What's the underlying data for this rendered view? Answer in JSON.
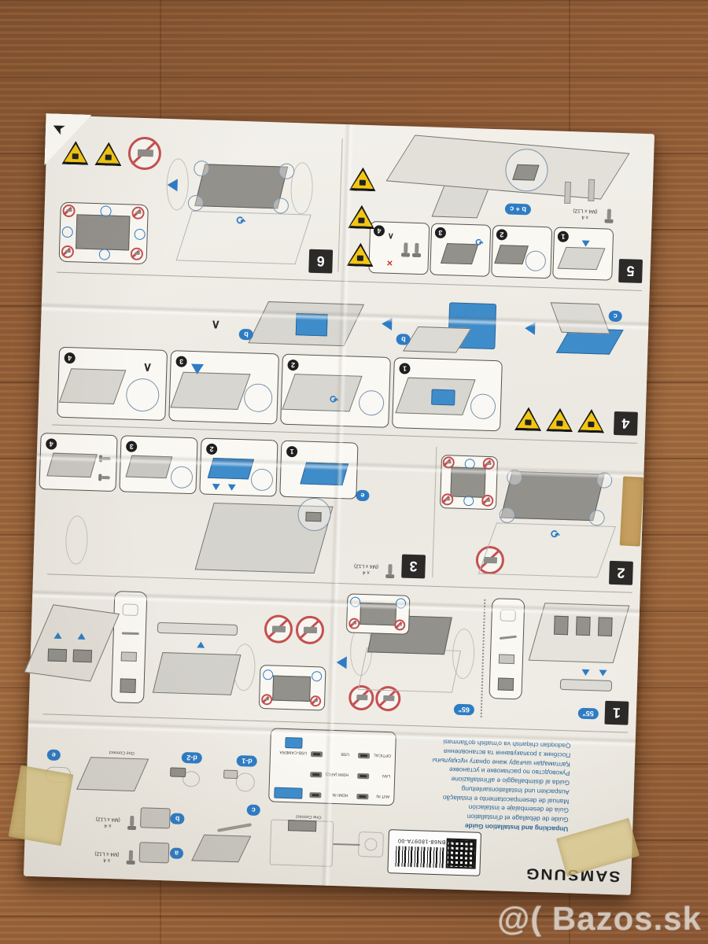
{
  "watermark": "@( Bazos.sk",
  "brand": {
    "logo": "SAMSUNG",
    "part_number": "BN68-18097A-00"
  },
  "guide_titles": [
    "Unpacking and Installation Guide",
    "Guide de déballage et d'installation",
    "Guía de desembalaje e instalación",
    "Manual de desempacotamento e instalação",
    "Auspacken und Installationsanleitung",
    "Guida al disimballaggio e all'installazione",
    "Руководство по распаковке и установке",
    "Қаптамадан шығару және орнату нұсқаулығы",
    "Посібник з розпакування та встановлення",
    "Qadoqdan chiqarish va o'rnatish qo'llanmasi"
  ],
  "steps": [
    "1",
    "2",
    "3",
    "4",
    "5",
    "6"
  ],
  "substeps": [
    "1",
    "2",
    "3",
    "4"
  ],
  "sizes": {
    "s55": "55\"",
    "s65": "65\""
  },
  "badges": {
    "a": "a",
    "b": "b",
    "c": "c",
    "d1": "d-1",
    "d2": "d-2",
    "e": "e",
    "b_plus_c": "b + c"
  },
  "screw": {
    "qty": "x 4",
    "spec": "(M4 x L12)"
  },
  "ports": {
    "ant": "ANT IN",
    "lan": "LAN",
    "optical": "OPTICAL",
    "hdmi": "HDMI IN",
    "hdmi_arc": "HDMI (ARC)",
    "usb": "USB",
    "usb_camera": "USB-CAMERA",
    "one_connect": "One Connect"
  },
  "marks": {
    "check": "∧",
    "cross": "✕",
    "fold_arrow": "➤",
    "rotate": "⟲"
  },
  "colors": {
    "accent_blue": "#2e7cc4",
    "warning_yellow": "#f2c613",
    "prohibit_red": "#c45050",
    "step_black": "#2b2a28",
    "paper": "#eeece5",
    "wood": "#96613a"
  }
}
